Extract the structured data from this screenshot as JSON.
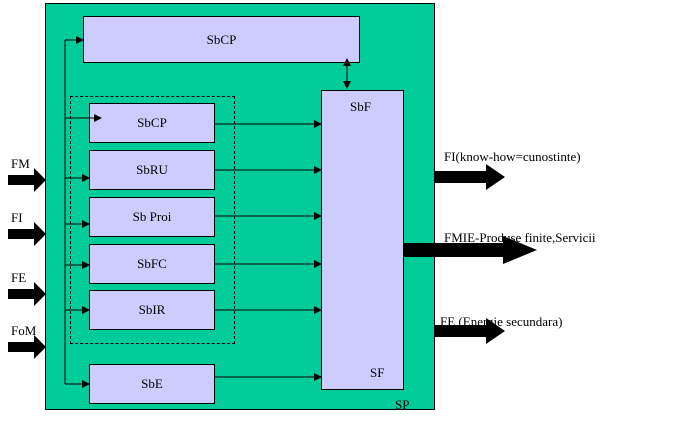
{
  "system": {
    "label": "SP"
  },
  "top_box": {
    "label": "SbCP"
  },
  "subsystems": [
    {
      "id": "sbcp",
      "label": "SbCP"
    },
    {
      "id": "sbru",
      "label": "SbRU"
    },
    {
      "id": "sbproi",
      "label": "Sb Proi"
    },
    {
      "id": "sbfc",
      "label": "SbFC"
    },
    {
      "id": "sbir",
      "label": "SbIR"
    }
  ],
  "bottom_box": {
    "label": "SbE"
  },
  "right_box": {
    "top_label": "SbF",
    "bottom_label": "SF"
  },
  "inputs": [
    "FM",
    "FI",
    "FE",
    "FoM"
  ],
  "outputs": [
    "FI(know-how=cunostinte)",
    "FMIE-Produse finite,Servicii",
    "FE (Energie secundara)"
  ],
  "colors": {
    "system_fill": "#00cc99",
    "box_fill": "#ccccff"
  }
}
